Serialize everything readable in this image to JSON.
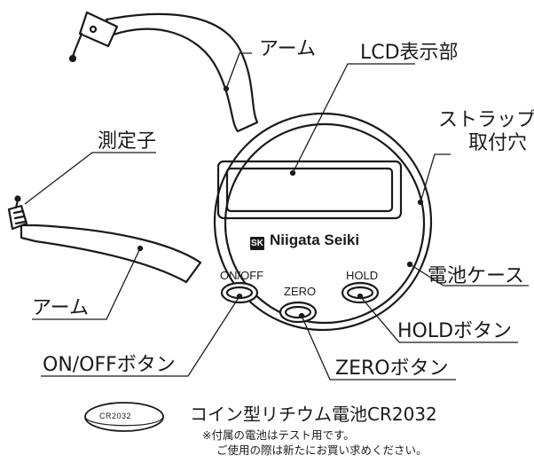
{
  "labels": {
    "arm_top": "アーム",
    "lcd": "LCD表示部",
    "probe": "測定子",
    "strap_line1": "ストラップ",
    "strap_line2": "取付穴",
    "battery_case": "電池ケース",
    "arm_bottom": "アーム",
    "hold_button": "HOLDボタン",
    "onoff_button": "ON/OFFボタン",
    "zero_button": "ZEROボタン"
  },
  "device": {
    "brand": "Niigata Seiki",
    "brand_mark": "SK",
    "buttons": {
      "onoff": "ON/OFF",
      "zero": "ZERO",
      "hold": "HOLD"
    }
  },
  "battery": {
    "coin_text": "CR2032",
    "title": "コイン型リチウム電池CR2032",
    "note_line1": "※付属の電池はテスト用です。",
    "note_line2": "ご使用の際は新たにお買い求めください。"
  }
}
